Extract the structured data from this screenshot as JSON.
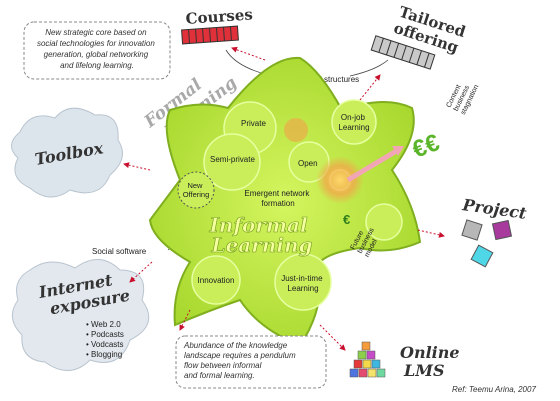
{
  "intro_box": [
    "New strategic core based on",
    "social technologies for innovation",
    "generation, global networking",
    "and lifelong learning."
  ],
  "outer_labels": {
    "courses": "Courses",
    "tailored": [
      "Tailored",
      "offering"
    ],
    "formal": [
      "Formal",
      "Learning"
    ],
    "toolbox": "Toolbox",
    "project": "Project",
    "internet": [
      "Internet",
      "exposure"
    ],
    "internet_items": [
      "• Web 2.0",
      "• Podcasts",
      "• Vodcasts",
      "• Blogging"
    ],
    "online_lms": [
      "Online",
      "LMS"
    ],
    "designed": "Designed structures",
    "social_software": "Social software",
    "content_stagnation": [
      "Content",
      "business",
      "stagnation"
    ],
    "future_model": [
      "Future",
      "business",
      "model"
    ],
    "euro_big": "€€",
    "euro_small": "€"
  },
  "star_labels": {
    "private": "Private",
    "semi_private": "Semi-private",
    "on_job": [
      "On-job",
      "Learning"
    ],
    "open": "Open",
    "new_offering": [
      "New",
      "Offering"
    ],
    "emergent": [
      "Emergent network",
      "formation"
    ],
    "informal": [
      "Informal",
      "Learning"
    ],
    "innovation": "Innovation",
    "just_in_time": [
      "Just-in-time",
      "Learning"
    ]
  },
  "bottom_box": [
    "Abundance of the knowledge",
    "landscape requires a pendulum",
    "flow between informal",
    "and formal learning."
  ],
  "reference": "Ref: Teemu Arina, 2007",
  "colors": {
    "star_fill": "#b6e23a",
    "star_stroke": "#7fae1e",
    "bubble": "#c9ee5a",
    "formal_gray": "#a9a9a9",
    "accent_red": "#c8102e",
    "euro_green": "#5ab52a"
  }
}
